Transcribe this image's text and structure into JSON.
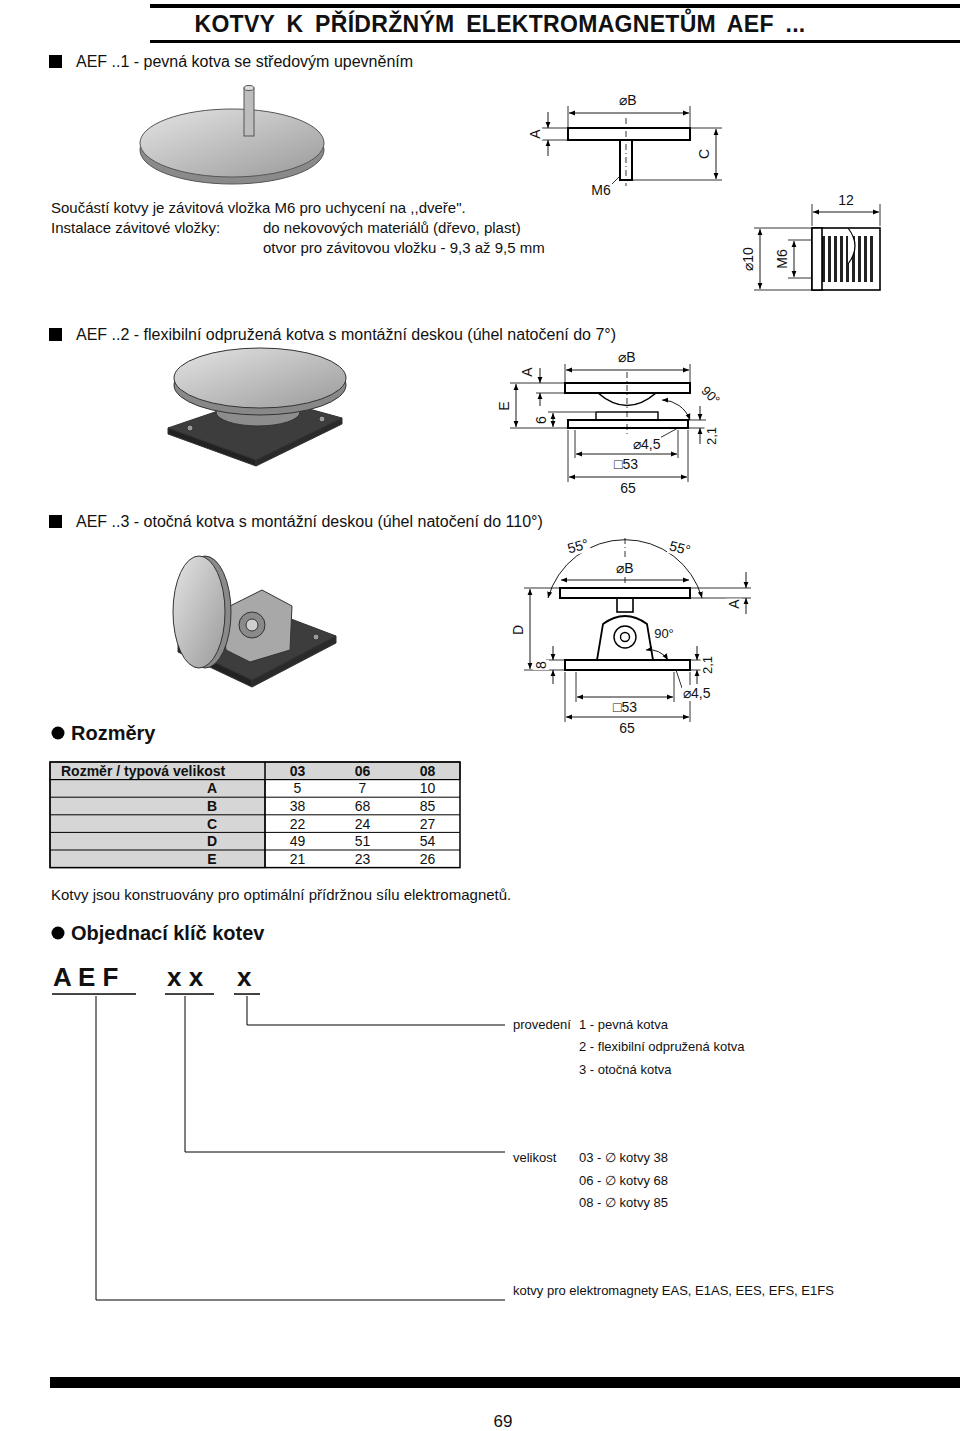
{
  "diagram": {
    "title": "KOTVY K PŘÍDRŽNÝM ELEKTROMAGNETŮM AEF ...",
    "labels": [
      "AEF ..1 - pevná kotva se středovým upevněním",
      "Součástí kotvy je závitová vložka M6 pro uchycení na ,,dveře\".",
      "Instalace závitové vložky:",
      "do nekovových materiálů (dřevo, plast)",
      "otvor pro závitovou vložku - 9,3 až 9,5 mm",
      "⌀B",
      "A",
      "C",
      "M6",
      "12",
      "⌀10",
      "M6",
      "AEF ..2 - flexibilní odpružená kotva s montážní deskou (úhel natočení do 7°)",
      "⌀B",
      "A",
      "E",
      "6",
      "90°",
      "⌀4,5",
      "□53",
      "65",
      "2,1",
      "AEF ..3 - otočná kotva s montážní deskou (úhel natočení do 110°)",
      "55°",
      "55°",
      "⌀B",
      "D",
      "90°",
      "2,1",
      "A",
      "8",
      "⌀4,5",
      "□53",
      "65",
      "Rozměry",
      "Rozměr / typová velikost",
      "03",
      "06",
      "08",
      "A",
      "5",
      "7",
      "10",
      "B",
      "38",
      "68",
      "85",
      "C",
      "22",
      "24",
      "27",
      "D",
      "49",
      "51",
      "54",
      "E",
      "21",
      "23",
      "26",
      "Kotvy jsou konstruovány pro optimální přídržnou sílu elektromagnetů.",
      "Objednací klíč kotev",
      "A E F",
      "x x",
      "x",
      "provedení",
      "1 - pevná kotva",
      "2 - flexibilní odpružená kotva",
      "3 - otočná kotva",
      "velikost",
      "03 - ∅ kotvy 38",
      "06 - ∅ kotvy 68",
      "08 - ∅ kotvy 85",
      "kotvy pro elektromagnety EAS, E1AS, EES, EFS, E1FS",
      "69"
    ]
  }
}
